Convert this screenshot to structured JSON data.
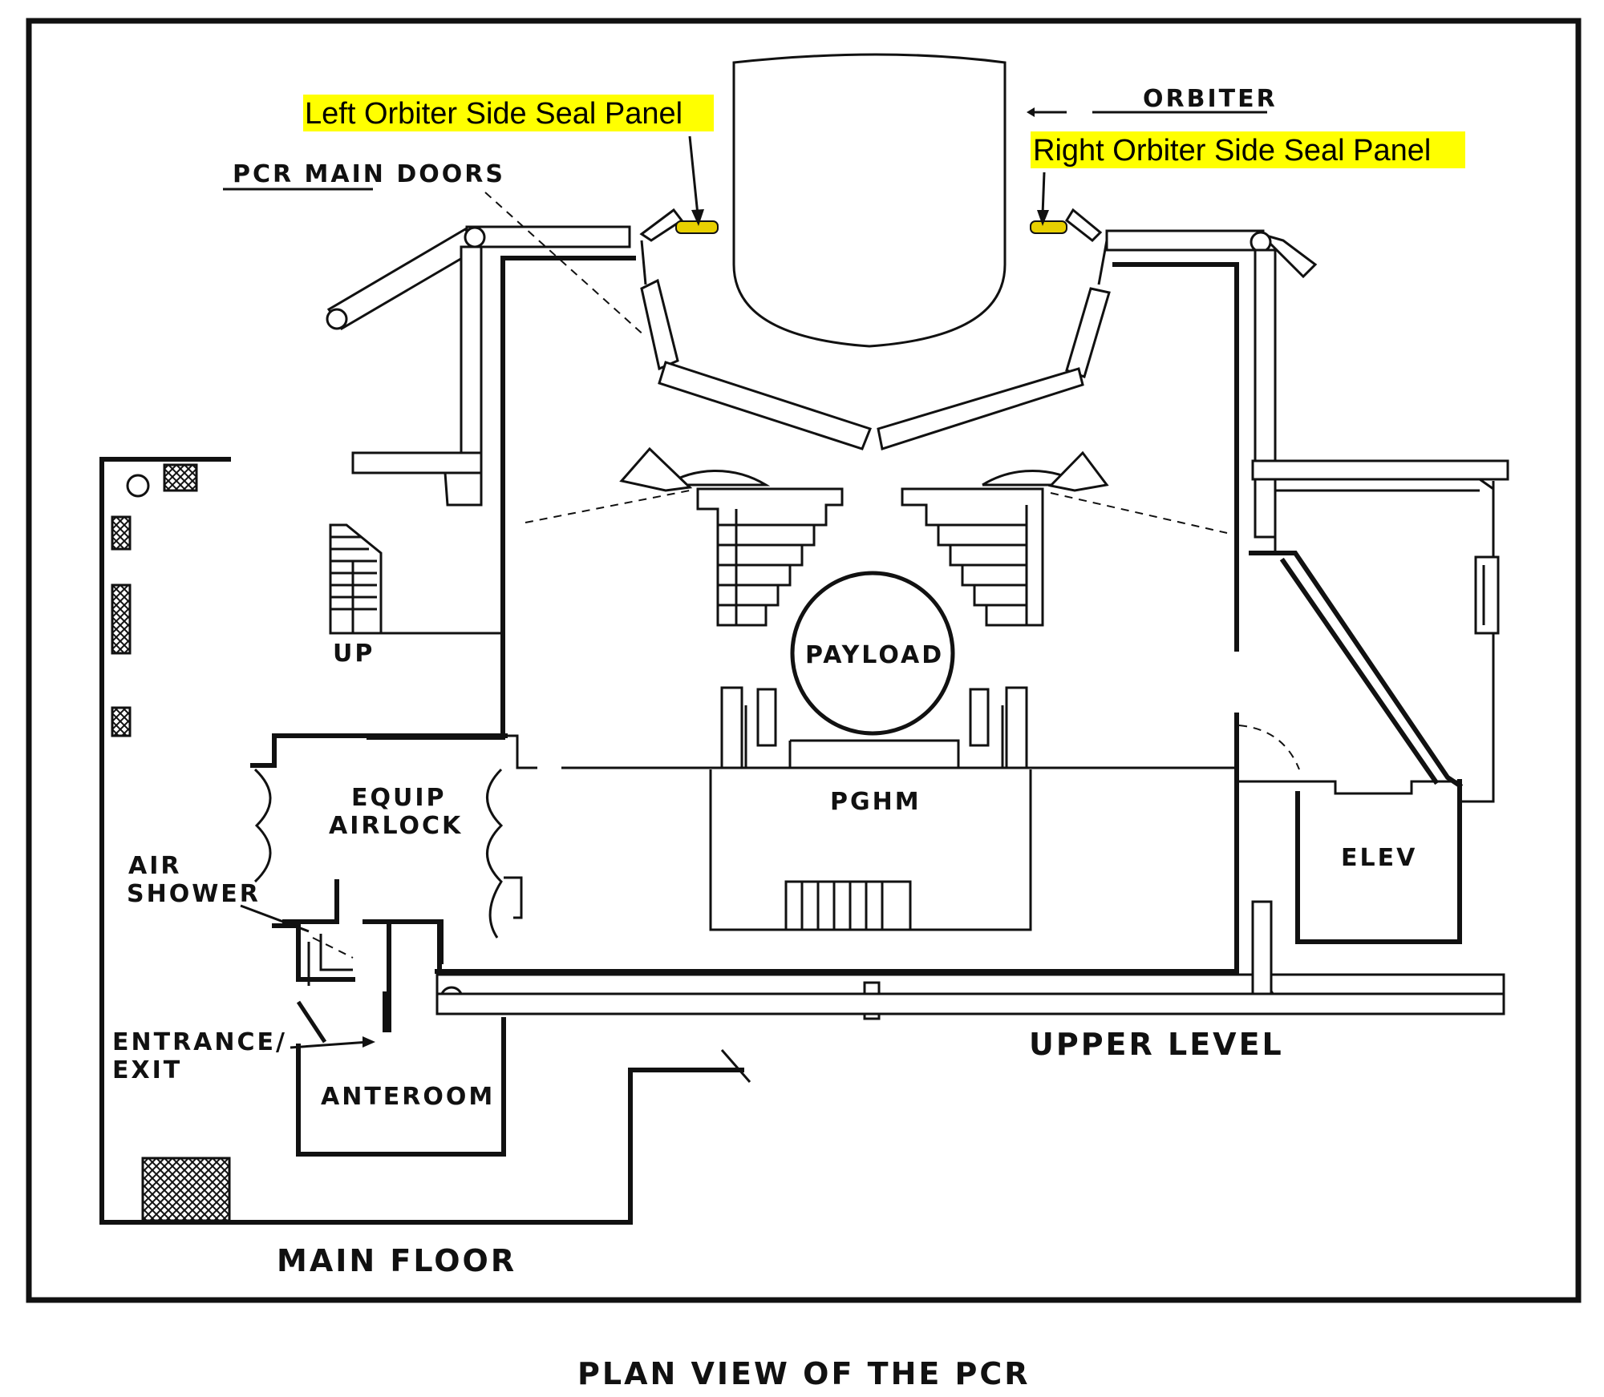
{
  "diagram": {
    "caption": "PLAN VIEW OF THE PCR",
    "labels": {
      "orbiter": "ORBITER",
      "pcr_main_doors": "PCR MAIN DOORS",
      "payload": "PAYLOAD",
      "pghm": "PGHM",
      "elev": "ELEV",
      "equip_airlock_line1": "EQUIP",
      "equip_airlock_line2": "AIRLOCK",
      "air_shower_line1": "AIR",
      "air_shower_line2": "SHOWER",
      "entrance_exit_line1": "ENTRANCE/",
      "entrance_exit_line2": "EXIT",
      "anteroom": "ANTEROOM",
      "up": "UP",
      "upper_level": "UPPER LEVEL",
      "main_floor": "MAIN FLOOR"
    },
    "highlights": {
      "left_seal_panel": "Left Orbiter Side Seal Panel",
      "right_seal_panel": "Right Orbiter Side Seal Panel",
      "highlight_color": "#ffff00",
      "marker_color": "#e8d000"
    }
  }
}
